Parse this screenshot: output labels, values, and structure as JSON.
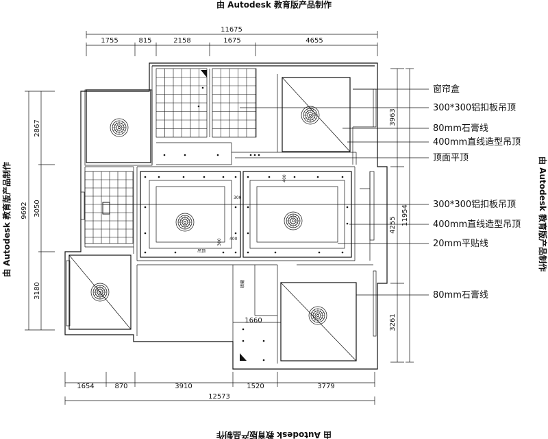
{
  "watermark": {
    "top": "由 Autodesk 教育版产品制作",
    "bottom": "由 Autodesk 教育版产品制作",
    "left": "由 Autodesk 教育版产品制作",
    "right": "由 Autodesk 教育版产品制作"
  },
  "dimensions": {
    "top_total": "11675",
    "top_segments": [
      "1755",
      "815",
      "2158",
      "1675",
      "4655"
    ],
    "bottom_total": "12573",
    "bottom_segments": [
      "1654",
      "870",
      "3910",
      "1520",
      "3779"
    ],
    "left_total": "9692",
    "left_segments": [
      "2867",
      "3050",
      "3180"
    ],
    "right_total": "11954",
    "right_segments": [
      "3963",
      "4255",
      "3261"
    ],
    "inner": [
      "400",
      "300",
      "400",
      "300",
      "1660"
    ]
  },
  "labels": [
    "窗帘盒",
    "300*300铝扣板吊顶",
    "80mm石膏线",
    "400mm直线造型吊顶",
    "顶面平顶",
    "300*300铝扣板吊顶",
    "400mm直线造型吊顶",
    "20mm平贴线",
    "80mm石膏线"
  ],
  "room_text": [
    "吊顶",
    "暗藏"
  ]
}
